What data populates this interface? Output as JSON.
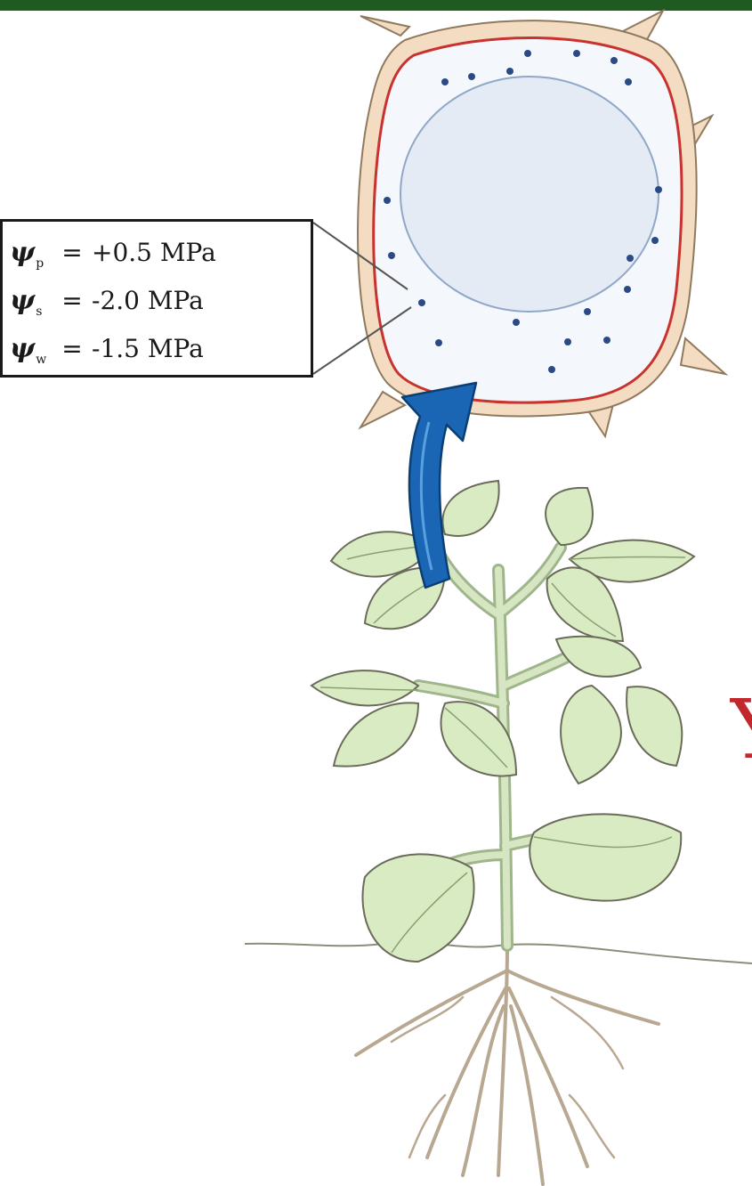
{
  "rows": [
    {
      "symbol": "ψ",
      "subscript": "p",
      "equals": "=",
      "value": "+0.5 MPa"
    },
    {
      "symbol": "ψ",
      "subscript": "s",
      "equals": "=",
      "value": "-2.0 MPa"
    },
    {
      "symbol": "ψ",
      "subscript": "w",
      "equals": "=",
      "value": "-1.5 MPa"
    }
  ],
  "edge_glyph": "Y",
  "colors": {
    "top_bar": "#1f5a20",
    "leaf": "#d9ebc3",
    "stem": "#c9dcb3",
    "outline": "#6b6b5a",
    "cell_wall": "#f3dcc2",
    "membrane": "#c8332f",
    "vacuole": "#e4ebf5",
    "dots": "#2a4a86",
    "arrow": "#1a66b4",
    "roots": "#b9a891"
  },
  "icons": {
    "arrow": "curved-arrow-up-icon",
    "cell": "plant-cell-icon",
    "plant": "plant-icon"
  }
}
